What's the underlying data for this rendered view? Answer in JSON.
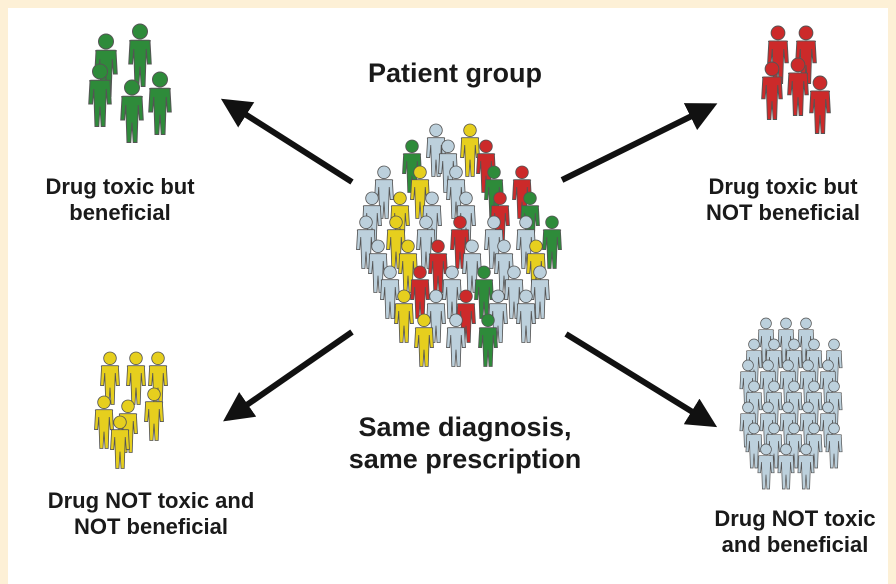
{
  "title": "Patient group",
  "subtitle": "Same diagnosis,\nsame prescription",
  "groups": [
    {
      "id": "green",
      "label": "Drug toxic but\nbeneficial",
      "color": "#2e8b3a"
    },
    {
      "id": "red",
      "label": "Drug toxic but\nNOT beneficial",
      "color": "#cc2a2a"
    },
    {
      "id": "yellow",
      "label": "Drug NOT toxic and\nNOT beneficial",
      "color": "#e6cf1e"
    },
    {
      "id": "blue",
      "label": "Drug NOT toxic\nand beneficial",
      "color": "#bcd0dc"
    }
  ],
  "colors": {
    "background": "#fdf0d6",
    "panel": "#ffffff",
    "arrow": "#111111",
    "figure_outline": "#555555"
  }
}
